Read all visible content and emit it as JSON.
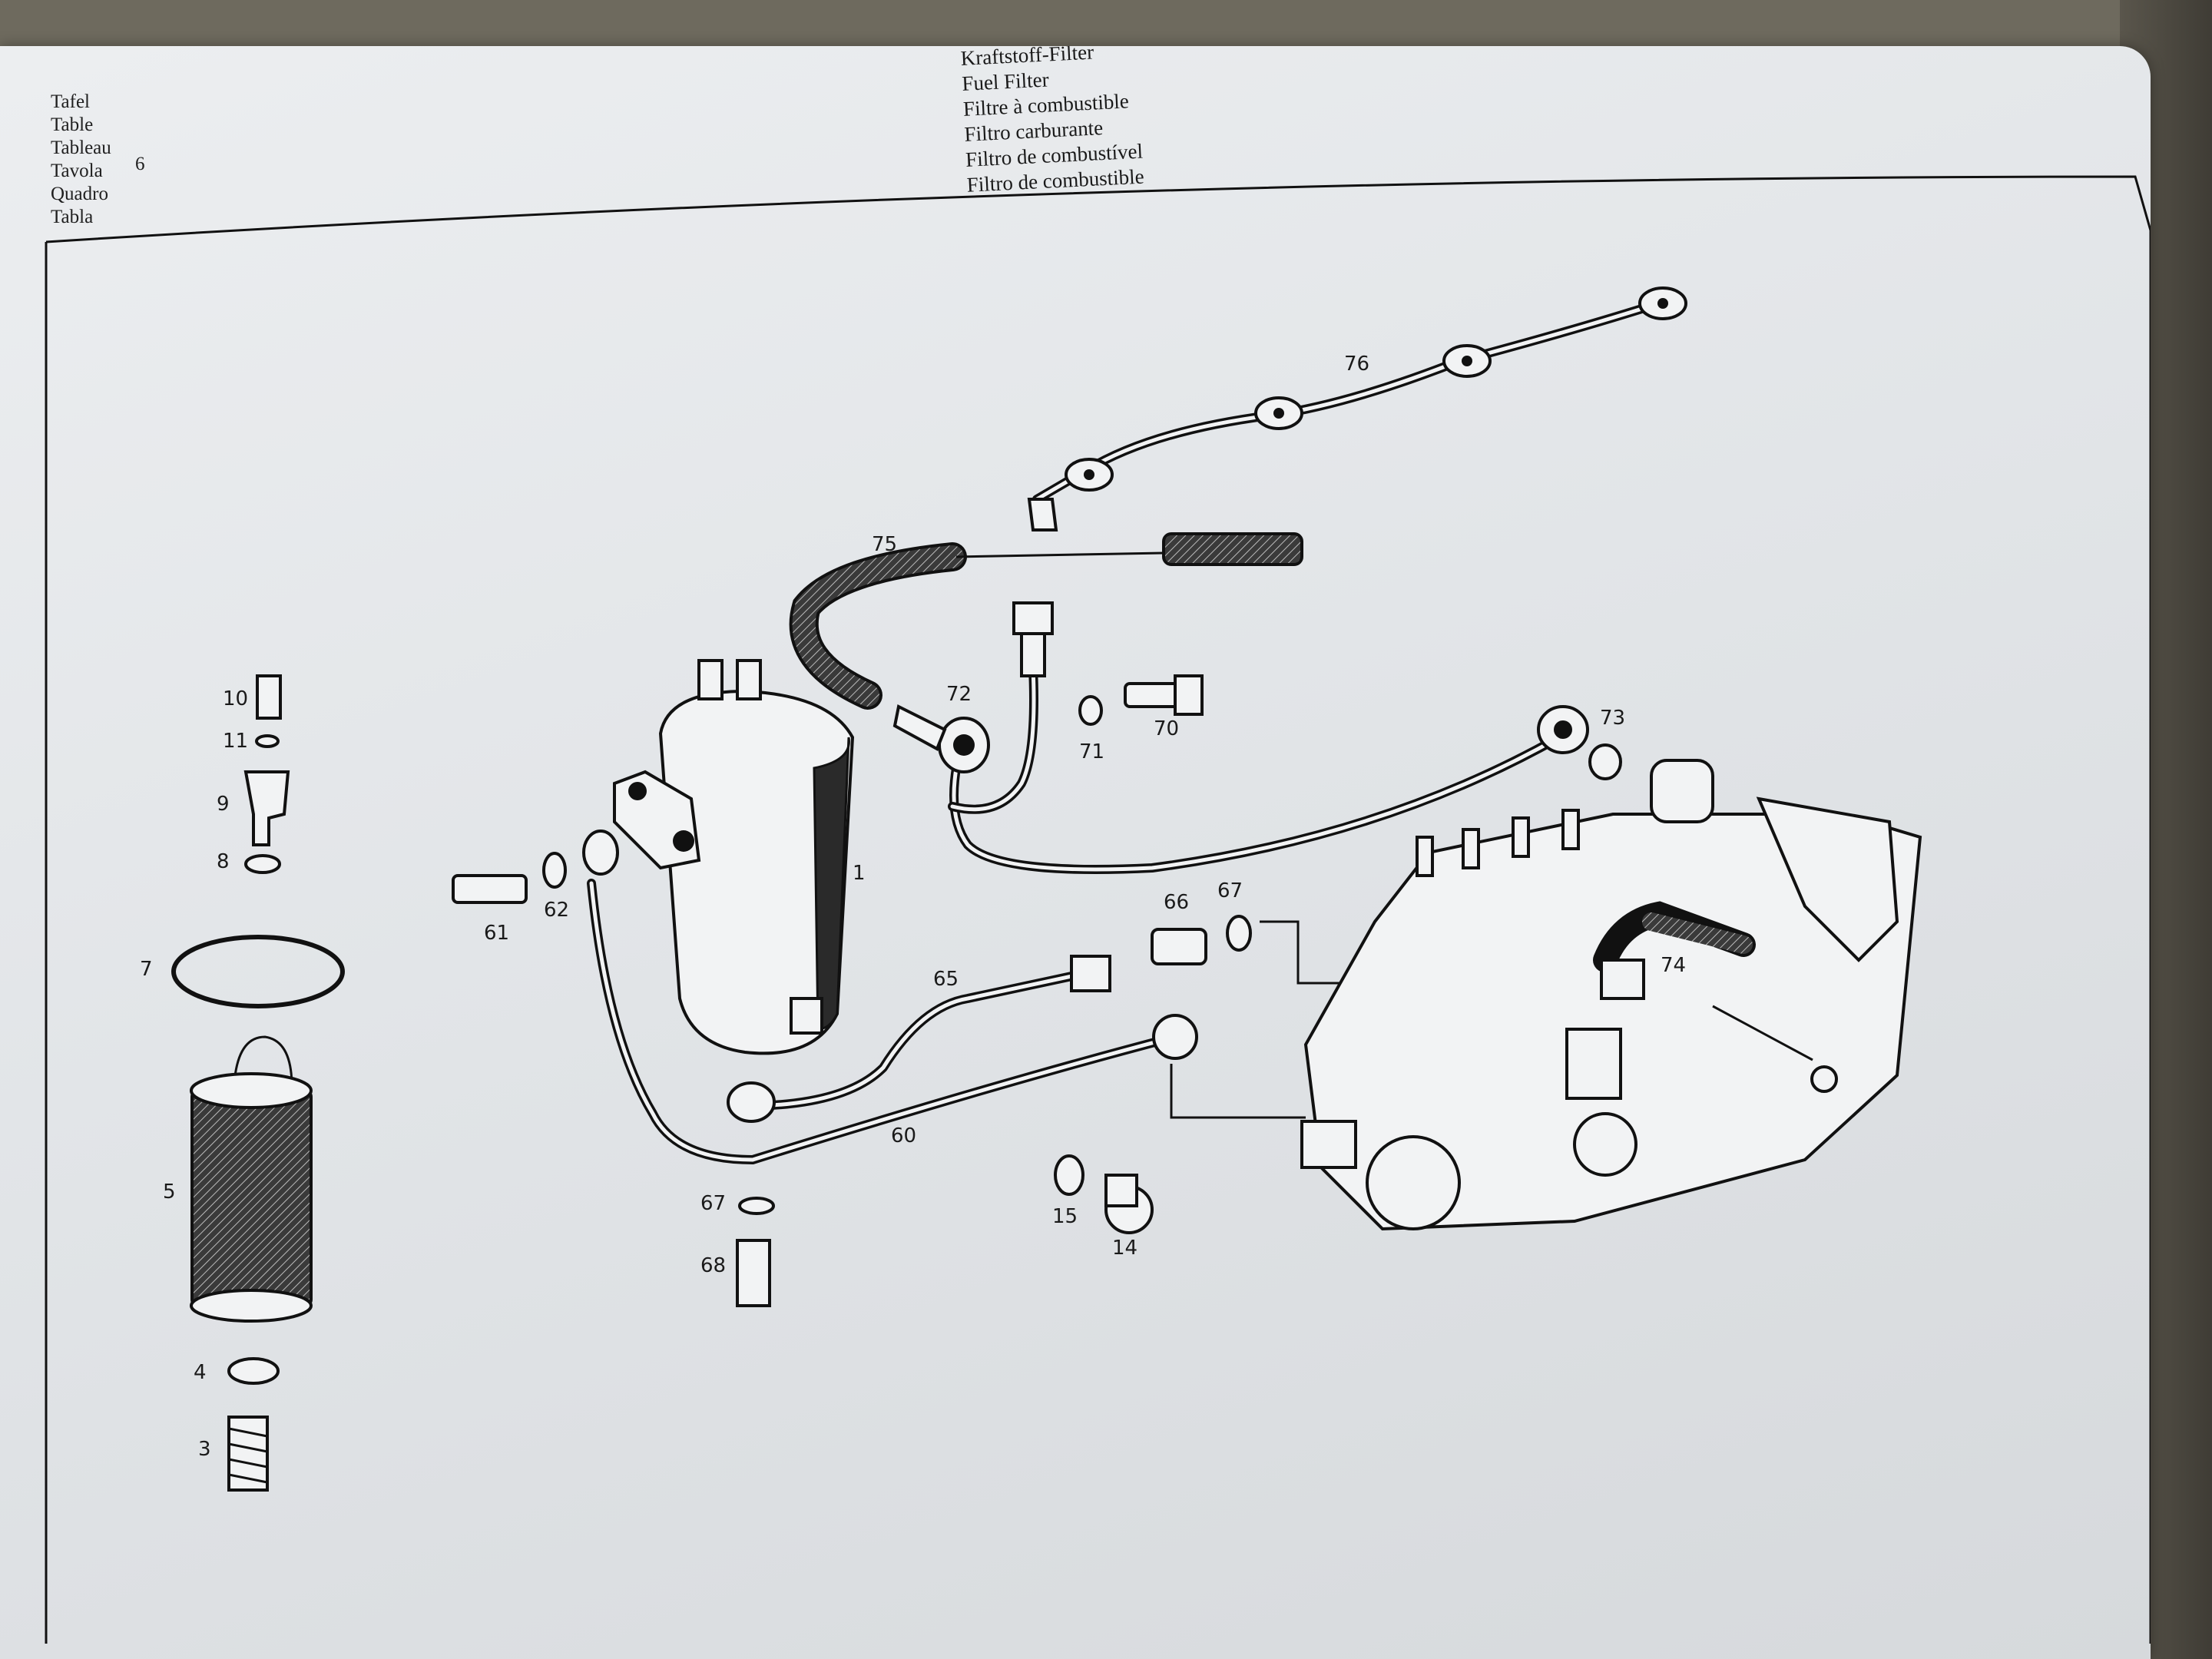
{
  "header": {
    "table_labels": [
      "Tafel",
      "Table",
      "Tableau",
      "Tavola",
      "Quadro",
      "Tabla"
    ],
    "table_number": "6",
    "titles": [
      "Kraftstoff-Filter",
      "Fuel Filter",
      "Filtre à combustible",
      "Filtro carburante",
      "Filtro de combustível",
      "Filtro de combustible"
    ]
  },
  "callouts": {
    "p1": "1",
    "p3": "3",
    "p4": "4",
    "p5": "5",
    "p7": "7",
    "p8": "8",
    "p9": "9",
    "p10": "10",
    "p11": "11",
    "p14": "14",
    "p15": "15",
    "p60": "60",
    "p61": "61",
    "p62": "62",
    "p65": "65",
    "p66": "66",
    "p67a": "67",
    "p67b": "67",
    "p68": "68",
    "p70": "70",
    "p71": "71",
    "p72": "72",
    "p73": "73",
    "p74": "74",
    "p75": "75",
    "p76": "76"
  },
  "colors": {
    "paper": "#e4e7ea",
    "ink": "#111111",
    "background": "#6e6a5e"
  }
}
